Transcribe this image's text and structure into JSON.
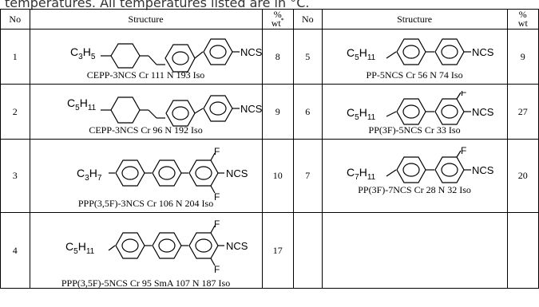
{
  "caption": "temperatures. All temperatures listed are in °C.",
  "headers": {
    "no": "No",
    "structure": "Structure",
    "pct": "%",
    "wt": "wt",
    "star": "*"
  },
  "rows": [
    {
      "left": {
        "no": "1",
        "prefix": "C3H5",
        "sub": "5",
        "tail": "NCS",
        "label": "CEPP-3NCS   Cr 111 N 193 Iso",
        "pct": "8"
      },
      "right": {
        "no": "5",
        "prefix": "C5H11",
        "tail": "NCS",
        "label": "PP-5NCS   Cr 56 N 74 Iso",
        "pct": "9"
      }
    },
    {
      "left": {
        "no": "2",
        "prefix": "C5H11",
        "tail": "NCS",
        "label": "CEPP-3NCS   Cr 96 N 192 Iso",
        "pct": "9"
      },
      "right": {
        "no": "6",
        "prefix": "C5H11",
        "tail": "NCS",
        "fluoro": "F",
        "label": "PP(3F)-5NCS   Cr 33 Iso",
        "pct": "27"
      }
    },
    {
      "left": {
        "no": "3",
        "prefix": "C3H7",
        "tail": "NCS",
        "fluoro": "F",
        "label": "PPP(3,5F)-3NCS   Cr 106 N 204 Iso",
        "pct": "10"
      },
      "right": {
        "no": "7",
        "prefix": "C7H11",
        "tail": "NCS",
        "fluoro": "F",
        "label": "PP(3F)-7NCS   Cr 28 N 32 Iso",
        "pct": "20"
      }
    },
    {
      "left": {
        "no": "4",
        "prefix": "C5H11",
        "tail": "NCS",
        "fluoro": "F",
        "label": "PPP(3,5F)-5NCS   Cr 95 SmA 107 N 187 Iso",
        "pct": "17"
      },
      "right": {
        "no": "",
        "label": "",
        "pct": ""
      }
    }
  ]
}
